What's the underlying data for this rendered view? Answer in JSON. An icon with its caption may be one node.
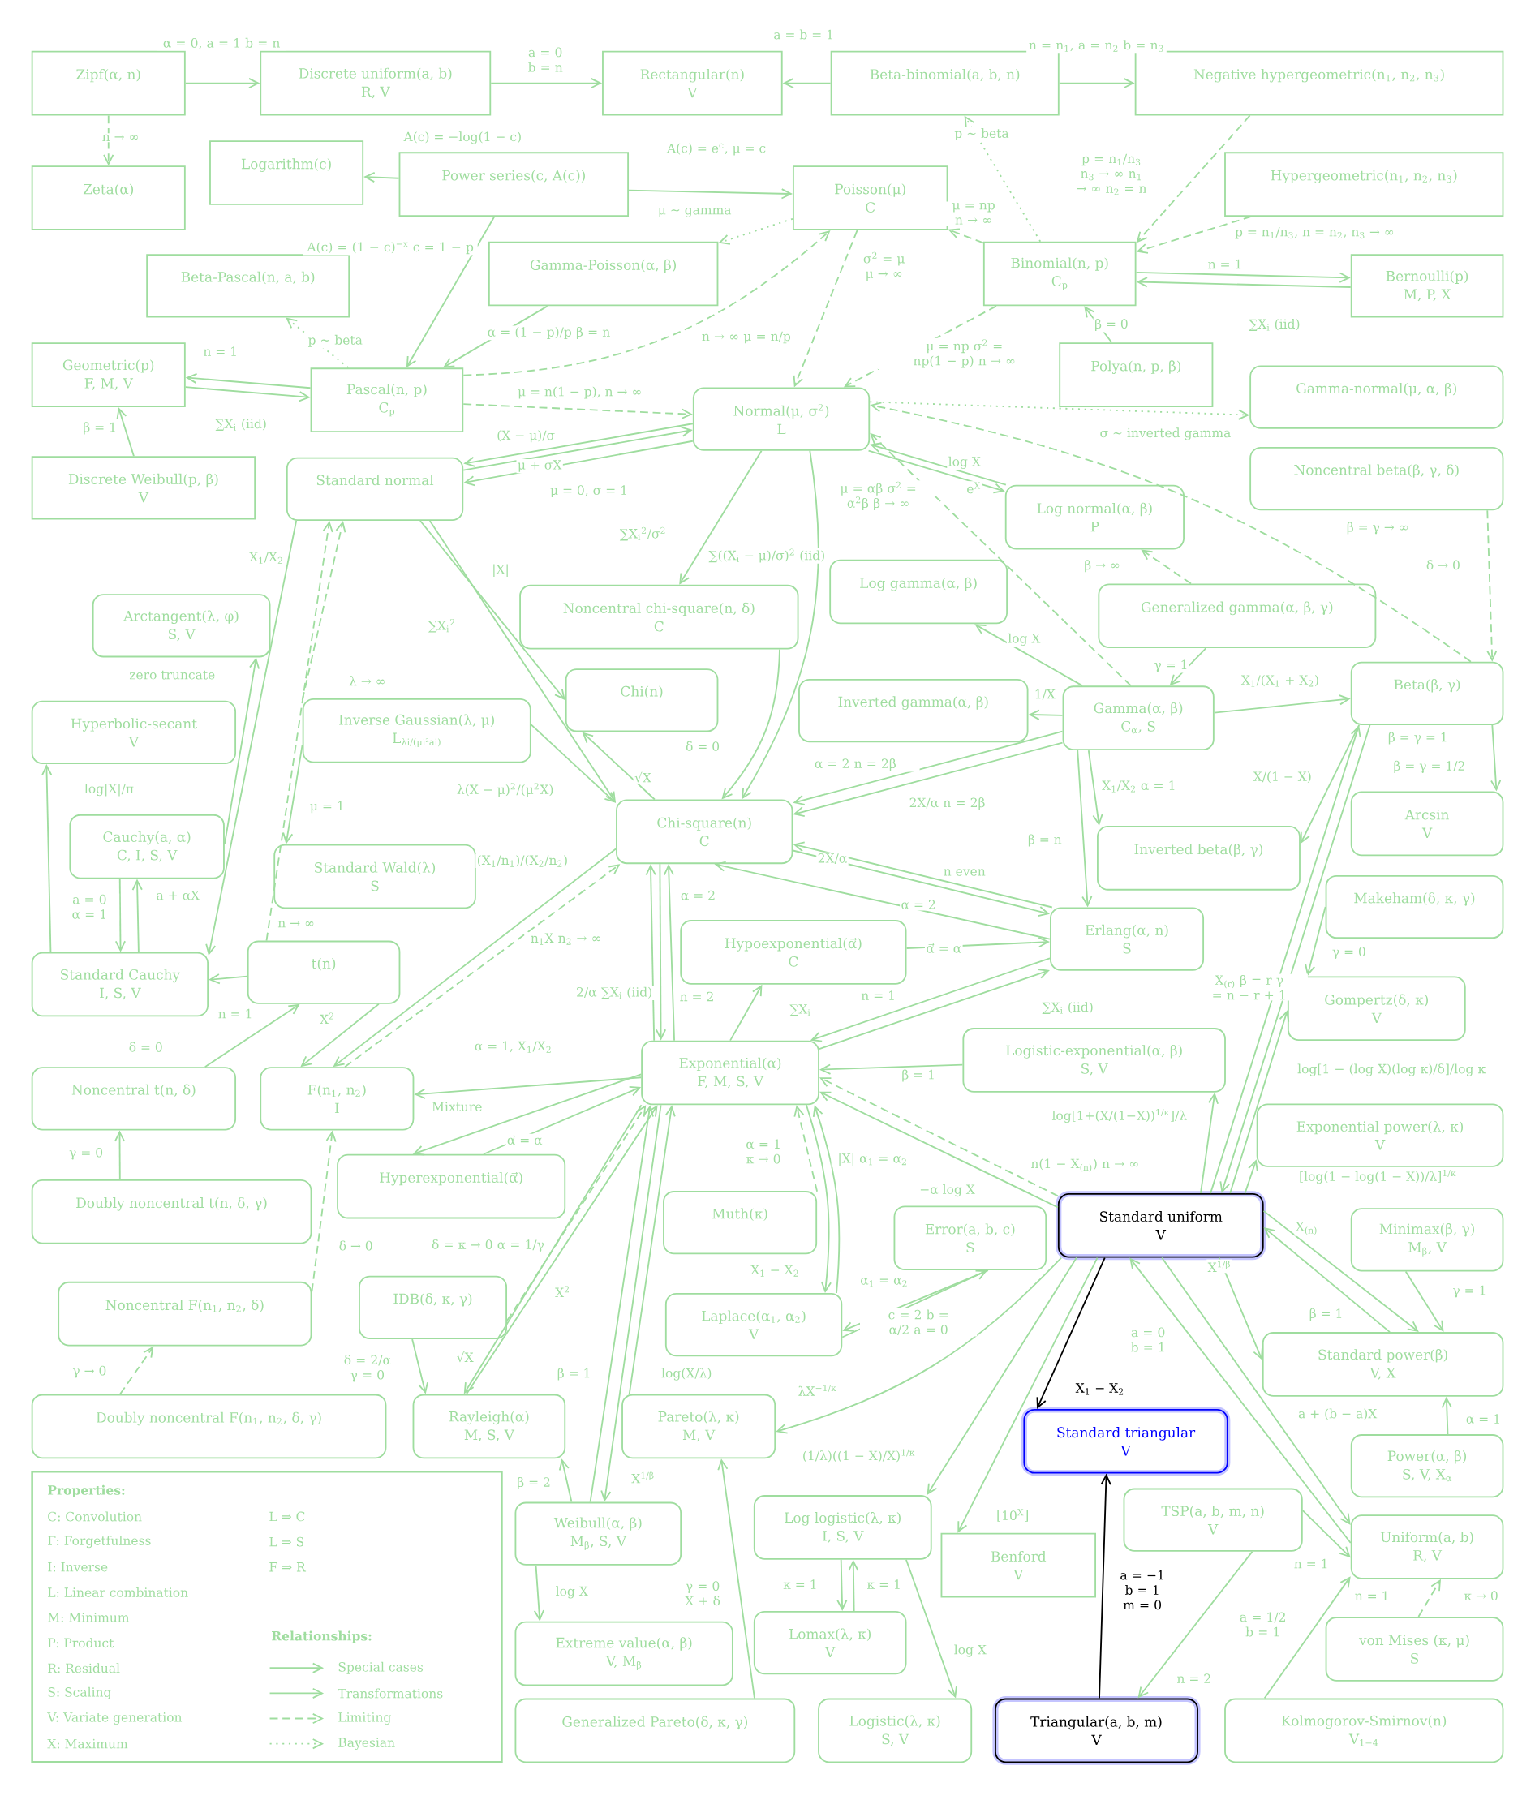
{
  "diagram": {
    "nodes": [
      {
        "text": [
          "Zipf(α, n)"
        ]
      },
      {
        "text": [
          "Discrete uniform(a, b)",
          "R, V"
        ]
      },
      {
        "text": [
          "Rectangular(n)",
          "V"
        ]
      },
      {
        "text": [
          "Beta-binomial(a, b, n)"
        ]
      },
      {
        "text": [
          "Negative hypergeometric(n$_{1}$, n$_{2}$, n$_{3}$)"
        ]
      },
      {
        "text": [
          "Zeta(α)"
        ]
      },
      {
        "text": [
          "Logarithm(c)"
        ]
      },
      {
        "text": [
          "Power series(c, A(c))"
        ]
      },
      {
        "text": [
          "Poisson(μ)",
          "C"
        ]
      },
      {
        "text": [
          "Hypergeometric(n$_{1}$, n$_{2}$, n$_{3}$)"
        ]
      },
      {
        "text": [
          "Beta-Pascal(n, a, b)"
        ]
      },
      {
        "text": [
          "Gamma-Poisson(α, β)"
        ]
      },
      {
        "text": [
          "Binomial(n, p)",
          "C$_{p}$"
        ]
      },
      {
        "text": [
          "Bernoulli(p)",
          "M, P, X"
        ]
      },
      {
        "text": [
          "Geometric(p)",
          "F, M, V"
        ]
      },
      {
        "text": [
          "Pascal(n, p)",
          "C$_{p}$"
        ]
      },
      {
        "text": [
          "Polya(n, p, β)"
        ]
      },
      {
        "text": [
          "Normal(μ, σ$^{2}$)",
          "L"
        ]
      },
      {
        "text": [
          "Gamma-normal(μ, α, β)"
        ]
      },
      {
        "text": [
          "Discrete Weibull(p, β)",
          "V"
        ]
      },
      {
        "text": [
          "Standard normal"
        ]
      },
      {
        "text": [
          "Noncentral beta(β, γ, δ)"
        ]
      },
      {
        "text": [
          "Log normal(α, β)",
          "P"
        ]
      },
      {
        "text": [
          "Noncentral chi-square(n, δ)",
          "C"
        ]
      },
      {
        "text": [
          "Log gamma(α, β)"
        ]
      },
      {
        "text": [
          "Generalized gamma(α, β, γ)"
        ]
      },
      {
        "text": [
          "Arctangent(λ, φ)",
          "S, V"
        ]
      },
      {
        "text": [
          "Chi(n)"
        ]
      },
      {
        "text": [
          "Hyperbolic-secant",
          "V"
        ]
      },
      {
        "text": [
          "Inverse Gaussian(λ, μ)",
          "L$_{λi/(μi²ai)}$"
        ]
      },
      {
        "text": [
          "Inverted gamma(α, β)"
        ]
      },
      {
        "text": [
          "Gamma(α, β)",
          "C$_{α}$, S"
        ]
      },
      {
        "text": [
          "Beta(β, γ)"
        ]
      },
      {
        "text": [
          "Arcsin",
          "V"
        ]
      },
      {
        "text": [
          "Chi-square(n)",
          "C"
        ]
      },
      {
        "text": [
          "Cauchy(a, α)",
          "C, I, S, V"
        ]
      },
      {
        "text": [
          "Inverted beta(β, γ)"
        ]
      },
      {
        "text": [
          "Standard Wald(λ)",
          "S"
        ]
      },
      {
        "text": [
          "Makeham(δ, κ, γ)"
        ]
      },
      {
        "text": [
          "Erlang(α, n)",
          "S"
        ]
      },
      {
        "text": [
          "Hypoexponential(α⃗)",
          "C"
        ]
      },
      {
        "text": [
          "Standard Cauchy",
          "I, S, V"
        ]
      },
      {
        "text": [
          "t(n)"
        ]
      },
      {
        "text": [
          "Gompertz(δ, κ)",
          "V"
        ]
      },
      {
        "text": [
          "Exponential(α)",
          "F, M, S, V"
        ]
      },
      {
        "text": [
          "Logistic-exponential(α, β)",
          "S, V"
        ]
      },
      {
        "text": [
          "Noncentral t(n, δ)"
        ]
      },
      {
        "text": [
          "F(n$_{1}$, n$_{2}$)",
          "I"
        ]
      },
      {
        "text": [
          "Exponential power(λ, κ)",
          "V"
        ]
      },
      {
        "text": [
          "Hyperexponential(α⃗)"
        ]
      },
      {
        "text": [
          "Doubly noncentral t(n, δ, γ)"
        ]
      },
      {
        "text": [
          "Muth(κ)"
        ]
      },
      {
        "text": [
          "Standard uniform",
          "V"
        ]
      },
      {
        "text": [
          "Error(a, b, c)",
          "S"
        ]
      },
      {
        "text": [
          "Minimax(β, γ)",
          "M$_{β}$, V"
        ]
      },
      {
        "text": [
          "Noncentral F(n$_{1}$, n$_{2}$, δ)"
        ]
      },
      {
        "text": [
          "IDB(δ, κ, γ)"
        ]
      },
      {
        "text": [
          "Laplace(α$_{1}$, α$_{2}$)",
          "V"
        ]
      },
      {
        "text": [
          "Standard power(β)",
          "V, X"
        ]
      },
      {
        "text": [
          "Doubly noncentral F(n$_{1}$, n$_{2}$, δ, γ)"
        ]
      },
      {
        "text": [
          "Rayleigh(α)",
          "M, S, V"
        ]
      },
      {
        "text": [
          "Pareto(λ, κ)",
          "M, V"
        ]
      },
      {
        "text": [
          "Standard triangular",
          "V"
        ]
      },
      {
        "text": [
          "Power(α, β)",
          "S, V, X$_{α}$"
        ]
      },
      {
        "text": [
          "Weibull(α, β)",
          "M$_{β}$, S, V"
        ]
      },
      {
        "text": [
          "Log logistic(λ, κ)",
          "I, S, V"
        ]
      },
      {
        "text": [
          "TSP(a, b, m, n)",
          "V"
        ]
      },
      {
        "text": [
          "Uniform(a, b)",
          "R, V"
        ]
      },
      {
        "text": [
          "Benford",
          "V"
        ]
      },
      {
        "text": [
          "Extreme value(α, β)",
          "V, M$_{β}$"
        ]
      },
      {
        "text": [
          "Lomax(λ, κ)",
          "V"
        ]
      },
      {
        "text": [
          "von Mises (κ, μ)",
          "S"
        ]
      },
      {
        "text": [
          "Generalized Pareto(δ, κ, γ)"
        ]
      },
      {
        "text": [
          "Logistic(λ, κ)",
          "S, V"
        ]
      },
      {
        "text": [
          "Triangular(a, b, m)",
          "V"
        ]
      },
      {
        "text": [
          "Kolmogorov-Smirnov(n)",
          "V$_{1−4}$"
        ]
      }
    ],
    "edges": [
      {
        "from": 0,
        "to": 1,
        "arrow": "to",
        "label": "α = 0, a = 1 b = n"
      },
      {
        "from": 0,
        "to": 5,
        "arrow": "to",
        "label": "n → ∞",
        "style": "dashed"
      },
      {
        "from": 1,
        "to": 2,
        "arrow": "to",
        "label": "a = 0 b = n"
      },
      {
        "from": 3,
        "to": 2,
        "arrow": "to",
        "label": "a = b = 1"
      },
      {
        "from": 3,
        "to": 4,
        "arrow": "to",
        "label": "n = n$_{1}$, a = n$_{2}$ b = n$_{3}$"
      },
      {
        "from": 7,
        "to": 6,
        "arrow": "to",
        "label": "A(c) = −log(1 − c)"
      },
      {
        "from": 7,
        "to": 8,
        "arrow": "to",
        "label": "A(c) = e$^{c}$, μ = c"
      },
      {
        "from": 7,
        "to": 15,
        "arrow": "to",
        "label": "A(c) = (1 − c)$^{−x}$ c = 1 − p"
      },
      {
        "from": 11,
        "to": 15,
        "arrow": "to",
        "label": "α = (1 − p)/p β = n"
      },
      {
        "from": 8,
        "to": 11,
        "arrow": "to",
        "label": "μ ∼ gamma",
        "style": "dashed"
      },
      {
        "from": 15,
        "to": 10,
        "arrow": "to",
        "label": "p ∼ beta",
        "style": "dashed"
      },
      {
        "from": 15,
        "to": 8,
        "arrow": "to",
        "label": "n → ∞ μ = n/p",
        "style": "dashed"
      },
      {
        "from": 12,
        "to": 3,
        "arrow": "to",
        "label": "p ∼ beta",
        "style": "dashed"
      },
      {
        "from": 4,
        "to": 12,
        "arrow": "to",
        "label": "p = n$_{1}$/n$_{3}$ n$_{3}$ → ∞ n$_{1}$ → ∞ n$_{2}$ = n",
        "style": "dashed"
      },
      {
        "from": 9,
        "to": 12,
        "arrow": "to",
        "label": "p = n$_{1}$/n$_{3}$, n = n$_{2}$, n$_{3}$ → ∞",
        "style": "dashed"
      },
      {
        "from": 12,
        "to": 8,
        "arrow": "to",
        "label": "μ = np n → ∞",
        "style": "dashed"
      },
      {
        "from": 12,
        "to": 13,
        "arrow": "to",
        "label": "n = 1"
      },
      {
        "from": 13,
        "to": 12,
        "arrow": "to",
        "label": "∑X$_{i}$ (iid)"
      },
      {
        "from": 16,
        "to": 12,
        "arrow": "to",
        "label": "β = 0"
      },
      {
        "from": 12,
        "to": 17,
        "arrow": "to",
        "label": "μ = np σ$^{2}$ = np(1 − p) n → ∞",
        "style": "dashed"
      },
      {
        "from": 8,
        "to": 17,
        "arrow": "to",
        "label": "σ$^{2}$ = μ μ → ∞",
        "style": "dashed"
      },
      {
        "from": 15,
        "to": 14,
        "arrow": "to",
        "label": "n = 1"
      },
      {
        "from": 14,
        "to": 15,
        "arrow": "to",
        "label": "∑X$_{i}$ (iid)"
      },
      {
        "from": 19,
        "to": 14,
        "arrow": "to",
        "label": "β = 1"
      },
      {
        "from": 15,
        "to": 17,
        "arrow": "to",
        "label": "μ = n(1 − p), n → ∞",
        "style": "dashed"
      },
      {
        "from": 17,
        "to": 20,
        "arrow": "to",
        "label": "(X − μ)/σ"
      },
      {
        "from": 20,
        "to": 17,
        "arrow": "to",
        "label": "μ + σX"
      },
      {
        "from": 17,
        "to": 20,
        "arrow": "to",
        "label": "μ = 0, σ = 1"
      },
      {
        "from": 17,
        "to": 23,
        "arrow": "to",
        "label": "∑X$_{i}$$^{2}$/σ$^{2}$"
      },
      {
        "from": 17,
        "to": 34,
        "arrow": "to",
        "label": "∑((X$_{i}$ − μ)/σ)$^{2}$ (iid)"
      },
      {
        "from": 17,
        "to": 18,
        "arrow": "to",
        "label": "σ ∼ inverted gamma",
        "style": "dashed"
      },
      {
        "from": 32,
        "to": 17,
        "arrow": "to",
        "label": "β = γ → ∞",
        "style": "dashed"
      },
      {
        "from": 22,
        "to": 17,
        "arrow": "to",
        "label": "log X"
      },
      {
        "from": 17,
        "to": 22,
        "arrow": "to",
        "label": "e$^{X}$"
      },
      {
        "from": 31,
        "to": 17,
        "arrow": "to",
        "label": "μ = αβ σ$^{2}$ = α$^{2}$β β → ∞",
        "style": "dashed"
      },
      {
        "from": 25,
        "to": 22,
        "arrow": "to",
        "label": "β → ∞",
        "style": "dashed"
      },
      {
        "from": 31,
        "to": 24,
        "arrow": "to",
        "label": "log X"
      },
      {
        "from": 25,
        "to": 31,
        "arrow": "to",
        "label": "γ = 1"
      },
      {
        "from": 31,
        "to": 30,
        "arrow": "to",
        "label": "1/X"
      },
      {
        "from": 31,
        "to": 32,
        "arrow": "to",
        "label": "X$_{1}$/(X$_{1}$ + X$_{2}$)"
      },
      {
        "from": 21,
        "to": 32,
        "arrow": "to",
        "label": "δ → 0",
        "style": "dashed"
      },
      {
        "from": 32,
        "to": 33,
        "arrow": "to",
        "label": "β = γ = 1/2"
      },
      {
        "from": 32,
        "to": 36,
        "arrow": "to",
        "label": "X/(1 − X)"
      },
      {
        "from": 31,
        "to": 36,
        "arrow": "to",
        "label": "X$_{1}$/X$_{2}$ α = 1"
      },
      {
        "from": 31,
        "to": 39,
        "arrow": "to",
        "label": "β = n"
      },
      {
        "from": 31,
        "to": 34,
        "arrow": "to",
        "label": "α = 2 n = 2β"
      },
      {
        "from": 31,
        "to": 34,
        "arrow": "to",
        "label": "2X/α n = 2β"
      },
      {
        "from": 34,
        "to": 39,
        "arrow": "to",
        "label": "n even"
      },
      {
        "from": 39,
        "to": 34,
        "arrow": "to",
        "label": "2X/α"
      },
      {
        "from": 39,
        "to": 34,
        "arrow": "to",
        "label": "α = 2"
      },
      {
        "from": 40,
        "to": 39,
        "arrow": "to",
        "label": "α⃗ = α"
      },
      {
        "from": 44,
        "to": 40,
        "arrow": "to",
        "label": "∑X$_{i}$"
      },
      {
        "from": 39,
        "to": 44,
        "arrow": "to",
        "label": "n = 1"
      },
      {
        "from": 44,
        "to": 39,
        "arrow": "to",
        "label": "∑X$_{i}$ (iid)"
      },
      {
        "from": 44,
        "to": 34,
        "arrow": "to",
        "label": "α = 2"
      },
      {
        "from": 34,
        "to": 44,
        "arrow": "to",
        "label": "n = 2"
      },
      {
        "from": 44,
        "to": 34,
        "arrow": "to",
        "label": "2/α ∑X$_{i}$ (iid)"
      },
      {
        "from": 44,
        "to": 47,
        "arrow": "to",
        "label": "α = 1, X$_{1}$/X$_{2}$"
      },
      {
        "from": 44,
        "to": 49,
        "arrow": "to",
        "label": "Mixture"
      },
      {
        "from": 49,
        "to": 44,
        "arrow": "to",
        "label": "α⃗ = α"
      },
      {
        "from": 34,
        "to": 47,
        "arrow": "to",
        "label": "(X$_{1}$/n$_{1}$)/(X$_{2}$/n$_{2}$)"
      },
      {
        "from": 42,
        "to": 47,
        "arrow": "to",
        "label": "X$^{2}$"
      },
      {
        "from": 47,
        "to": 34,
        "arrow": "to",
        "label": "n$_{1}$X n$_{2}$ → ∞",
        "style": "dashed"
      },
      {
        "from": 42,
        "to": 41,
        "arrow": "to",
        "label": "n = 1"
      },
      {
        "from": 42,
        "to": 20,
        "arrow": "to",
        "label": "n → ∞",
        "style": "dashed"
      },
      {
        "from": 29,
        "to": 20,
        "arrow": "to",
        "label": "λ → ∞",
        "style": "dashed"
      },
      {
        "from": 29,
        "to": 37,
        "arrow": "to",
        "label": "μ = 1"
      },
      {
        "from": 20,
        "to": 41,
        "arrow": "to",
        "label": "X$_{1}$/X$_{2}$"
      },
      {
        "from": 35,
        "to": 41,
        "arrow": "to",
        "label": "a = 0 α = 1"
      },
      {
        "from": 41,
        "to": 35,
        "arrow": "to",
        "label": "a + αX"
      },
      {
        "from": 41,
        "to": 28,
        "arrow": "to",
        "label": "log|X|/π"
      },
      {
        "from": 35,
        "to": 26,
        "arrow": "to",
        "label": "zero truncate"
      },
      {
        "from": 46,
        "to": 42,
        "arrow": "to",
        "label": "δ = 0"
      },
      {
        "from": 50,
        "to": 46,
        "arrow": "to",
        "label": "γ = 0"
      },
      {
        "from": 55,
        "to": 47,
        "arrow": "to",
        "label": "δ → 0",
        "style": "dashed"
      },
      {
        "from": 59,
        "to": 55,
        "arrow": "to",
        "label": "γ → 0",
        "style": "dashed"
      },
      {
        "from": 56,
        "to": 44,
        "arrow": "to",
        "label": "δ = κ → 0 α = 1/γ",
        "style": "dashed"
      },
      {
        "from": 56,
        "to": 60,
        "arrow": "to",
        "label": "δ = 2/α γ = 0"
      },
      {
        "from": 60,
        "to": 44,
        "arrow": "to",
        "label": "X$^{2}$"
      },
      {
        "from": 44,
        "to": 60,
        "arrow": "to",
        "label": "√X"
      },
      {
        "from": 64,
        "to": 60,
        "arrow": "to",
        "label": "β = 2"
      },
      {
        "from": 64,
        "to": 44,
        "arrow": "to",
        "label": "β = 1"
      },
      {
        "from": 44,
        "to": 64,
        "arrow": "to",
        "label": "X$^{1/β}$"
      },
      {
        "from": 64,
        "to": 69,
        "arrow": "to",
        "label": "log X"
      },
      {
        "from": 61,
        "to": 44,
        "arrow": "to",
        "label": "log(X/λ)"
      },
      {
        "from": 72,
        "to": 61,
        "arrow": "to",
        "label": "γ = 0 X + δ"
      },
      {
        "from": 51,
        "to": 44,
        "arrow": "to",
        "label": "α = 1 κ → 0",
        "style": "dashed"
      },
      {
        "from": 57,
        "to": 44,
        "arrow": "to",
        "label": "|X| α$_{1}$ = α$_{2}$"
      },
      {
        "from": 44,
        "to": 57,
        "arrow": "to",
        "label": "X$_{1}$ − X$_{2}$"
      },
      {
        "from": 57,
        "to": 53,
        "arrow": "to",
        "label": "α$_{1}$ = α$_{2}$"
      },
      {
        "from": 53,
        "to": 57,
        "arrow": "to",
        "label": "c = 2 b = α/2 a = 0"
      },
      {
        "from": 45,
        "to": 44,
        "arrow": "to",
        "label": "β = 1"
      },
      {
        "from": 52,
        "to": 45,
        "arrow": "to",
        "label": "log[1+(X/(1−X))$^{1/κ}$]/λ"
      },
      {
        "from": 52,
        "to": 44,
        "arrow": "to",
        "label": "−α log X"
      },
      {
        "from": 52,
        "to": 44,
        "arrow": "to",
        "label": "n(1 − X$_{(n)}$) n → ∞",
        "style": "dashed"
      },
      {
        "from": 52,
        "to": 61,
        "arrow": "to",
        "label": "λX$^{−1/κ}$"
      },
      {
        "from": 52,
        "to": 65,
        "arrow": "to",
        "label": "(1/λ)((1 − X)/X)$^{1/κ}$"
      },
      {
        "from": 52,
        "to": 68,
        "arrow": "to",
        "label": "⌊10$^{X}$⌋"
      },
      {
        "from": 52,
        "to": 62,
        "arrow": "to",
        "label": "X$_{1}$ − X$_{2}$",
        "color": "#000000"
      },
      {
        "from": 74,
        "to": 62,
        "arrow": "to",
        "label": "a = −1 b = 1 m = 0",
        "color": "#000000"
      },
      {
        "from": 52,
        "to": 32,
        "arrow": "to",
        "label": "X$_{(r)}$ β = r γ = n − r + 1"
      },
      {
        "from": 32,
        "to": 52,
        "arrow": "to",
        "label": "β = γ = 1"
      },
      {
        "from": 52,
        "to": 43,
        "arrow": "to",
        "label": "log[1 − (log X)(log κ)/δ]/log κ"
      },
      {
        "from": 52,
        "to": 48,
        "arrow": "to",
        "label": "[log(1 − log(1 − X))/λ]$^{1/κ}$"
      },
      {
        "from": 38,
        "to": 43,
        "arrow": "to",
        "label": "γ = 0"
      },
      {
        "from": 52,
        "to": 58,
        "arrow": "to",
        "label": "X$_{(n)}$"
      },
      {
        "from": 58,
        "to": 52,
        "arrow": "to",
        "label": "β = 1"
      },
      {
        "from": 52,
        "to": 58,
        "arrow": "to",
        "label": "X$^{1/β}$"
      },
      {
        "from": 54,
        "to": 58,
        "arrow": "to",
        "label": "γ = 1"
      },
      {
        "from": 63,
        "to": 58,
        "arrow": "to",
        "label": "α = 1"
      },
      {
        "from": 52,
        "to": 67,
        "arrow": "to",
        "label": "a + (b − a)X"
      },
      {
        "from": 67,
        "to": 52,
        "arrow": "to",
        "label": "a = 0 b = 1"
      },
      {
        "from": 66,
        "to": 67,
        "arrow": "to",
        "label": "n = 1"
      },
      {
        "from": 66,
        "to": 74,
        "arrow": "to",
        "label": "n = 2"
      },
      {
        "from": 71,
        "to": 67,
        "arrow": "to",
        "label": "κ → 0",
        "style": "dashed"
      },
      {
        "from": 75,
        "to": 67,
        "arrow": "to",
        "label": "a = 1/2 b = 1"
      },
      {
        "from": 65,
        "to": 70,
        "arrow": "to",
        "label": "κ = 1"
      },
      {
        "from": 70,
        "to": 65,
        "arrow": "to",
        "label": "κ = 1"
      },
      {
        "from": 65,
        "to": 73,
        "arrow": "to",
        "label": "log X"
      },
      {
        "from": 23,
        "to": 34,
        "arrow": "to",
        "label": "δ = 0"
      },
      {
        "from": 20,
        "to": 27,
        "arrow": "to",
        "label": "|X|"
      },
      {
        "from": 20,
        "to": 34,
        "arrow": "to",
        "label": "∑X$_{i}$$^{2}$"
      },
      {
        "from": 34,
        "to": 27,
        "arrow": "to",
        "label": "√X"
      },
      {
        "from": 29,
        "to": 34,
        "arrow": "to",
        "label": "λ(X − μ)$^{2}$/(μ$^{2}$X)"
      }
    ],
    "labels": [
      "Properties:",
      "C: Convolution",
      "F: Forgetfulness",
      "I: Inverse",
      "L: Linear combination",
      "M: Minimum",
      "P: Product",
      "R: Residual",
      "S: Scaling",
      "V: Variate generation",
      "X: Maximum",
      "L ⇒ C",
      "L ⇒ S",
      "F ⇒ R",
      "Relationships:",
      "n = 1"
    ],
    "legend": [
      {
        "text": "Special cases"
      },
      {
        "text": "Transformations"
      },
      {
        "text": "Limiting"
      },
      {
        "text": "Bayesian"
      }
    ]
  }
}
